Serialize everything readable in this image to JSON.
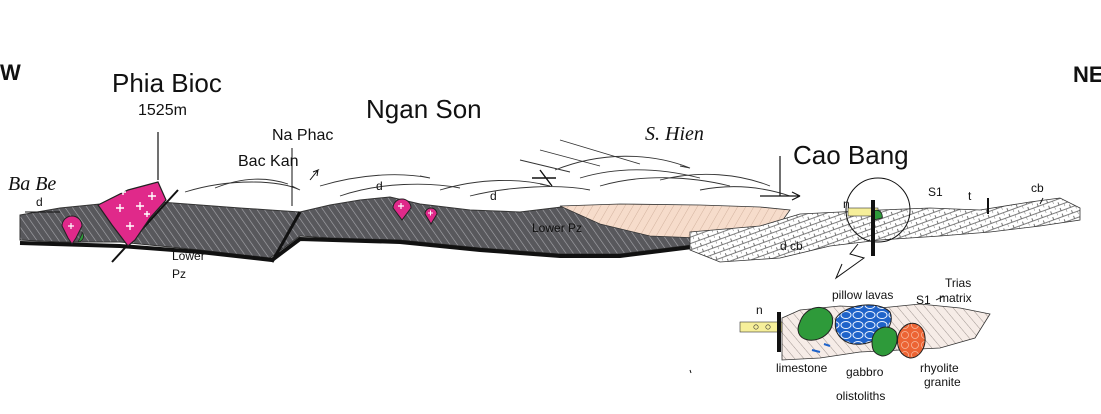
{
  "orientation": {
    "left": "W",
    "right": "NE"
  },
  "places": {
    "phia_bioc": "Phia Bioc",
    "phia_bioc_elev": "1525m",
    "ngan_son": "Ngan  Son",
    "na_phac": "Na Phac",
    "bac_kan": "Bac Kan",
    "s_hien": "S. Hien",
    "cao_bang": "Cao Bang",
    "ba_be": "Ba Be"
  },
  "units": {
    "d": "d",
    "lower": "Lower",
    "pz": "Pz",
    "lower_pz": "Lower  Pz",
    "n": "n",
    "s1": "S1",
    "t": "t",
    "cb": "cb",
    "d_cb": "d  cb"
  },
  "inset": {
    "n": "n",
    "pillow_lavas": "pillow lavas",
    "s1": "S1",
    "trias": "Trias",
    "matrix": "matrix",
    "limestone": "limestone",
    "gabbro": "gabbro",
    "rhyolite": "rhyolite",
    "granite": "granite",
    "olistoliths": "olistoliths"
  },
  "colors": {
    "paleozoic_grey": "#5a5a5e",
    "granite_magenta": "#e0298a",
    "limestone_green": "#2e9a3a",
    "pillow_blue": "#1f63c9",
    "rhyolite_orange": "#ec6434",
    "cretaceous_pink": "#f6dccb",
    "neogene_yellow": "#f6ef9a"
  }
}
